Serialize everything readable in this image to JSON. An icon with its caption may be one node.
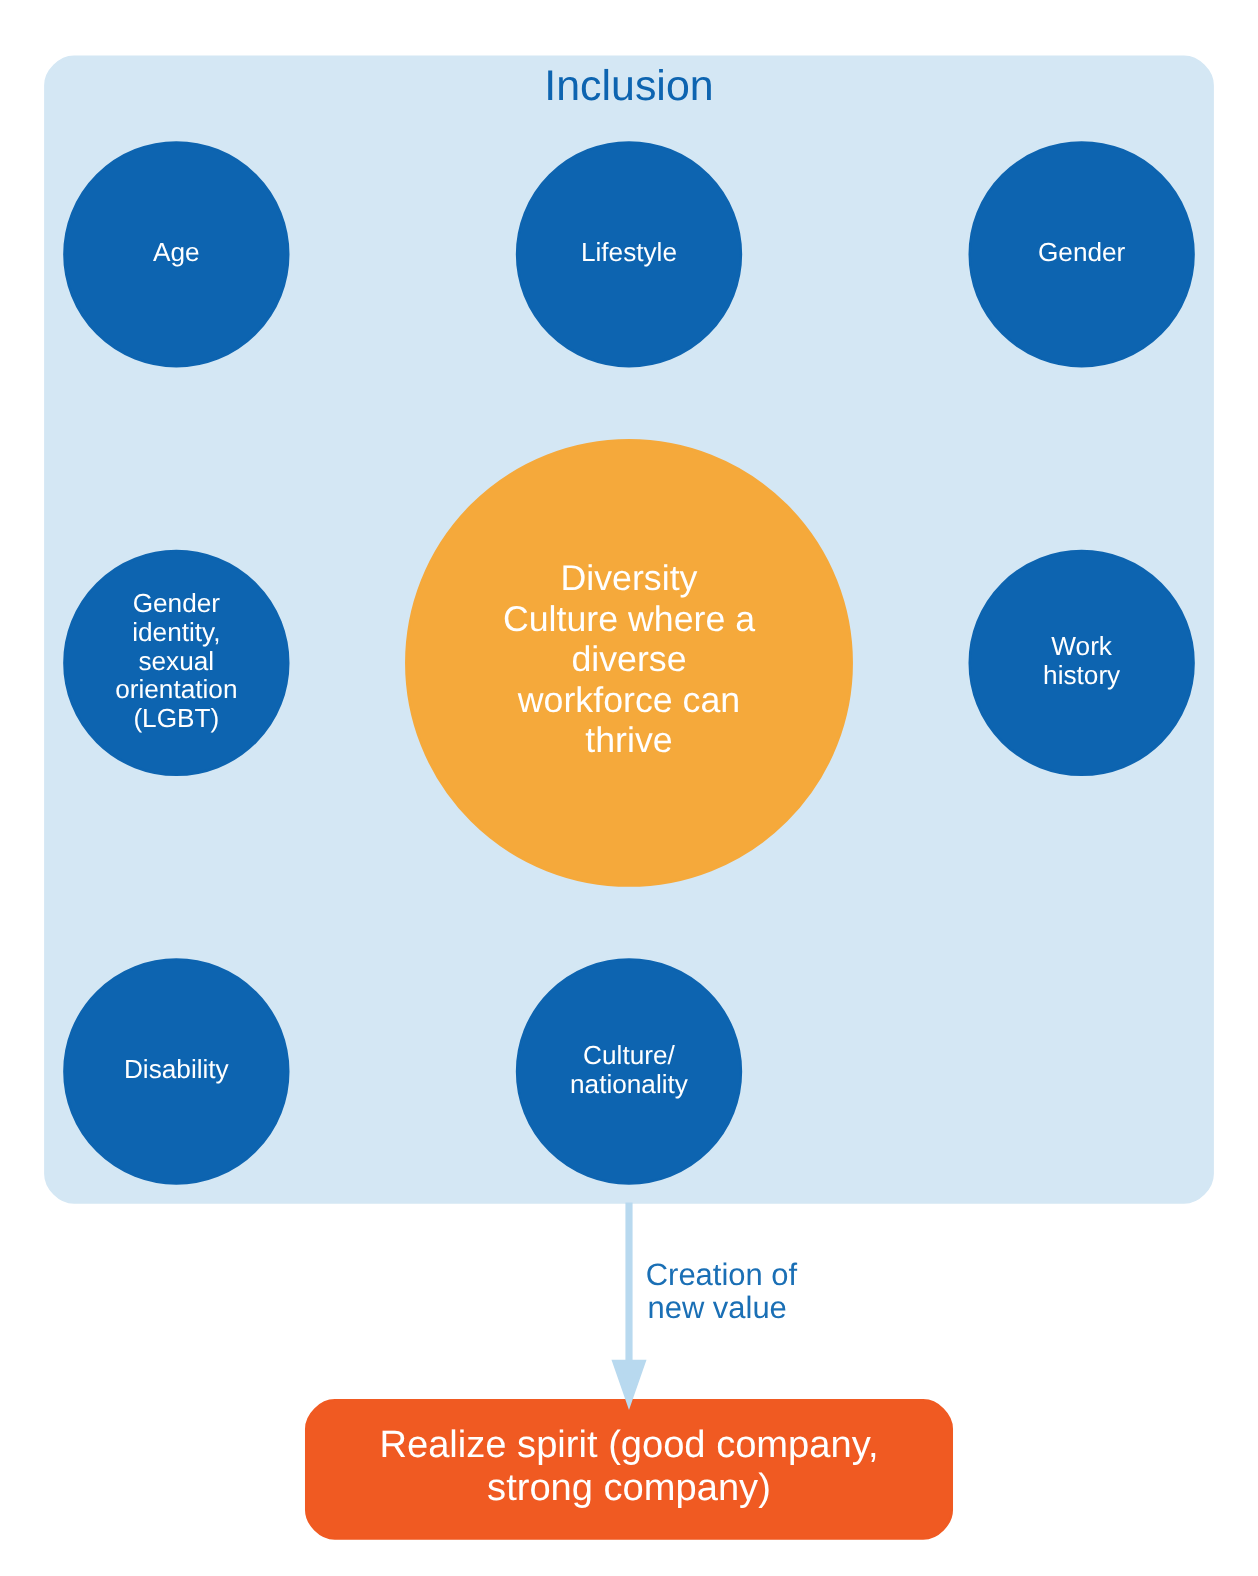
{
  "diagram": {
    "nodes": [
      {
        "text": [
          "Inclusion"
        ]
      },
      {
        "text": [
          "Diversity",
          "Culture where a diverse workforce can thrive"
        ],
        "in": 0
      },
      {
        "text": [
          "Lifestyle"
        ],
        "in": 0
      },
      {
        "text": [
          "Age"
        ],
        "in": 0
      },
      {
        "text": [
          "Gender"
        ],
        "in": 0
      },
      {
        "text": [
          "Gender identity, sexual orientation (LGBT)"
        ],
        "in": 0
      },
      {
        "text": [
          "Work history"
        ],
        "in": 0
      },
      {
        "text": [
          "Disability"
        ],
        "in": 0
      },
      {
        "text": [
          "Culture/ nationality"
        ],
        "in": 0
      },
      {
        "text": [
          "Realize spirit (good company, strong company)"
        ]
      }
    ],
    "edges": [
      {
        "from": 0,
        "to": 9,
        "arrow": "to",
        "label": "Creation of new value",
        "color": "#b8d9ef"
      }
    ]
  }
}
